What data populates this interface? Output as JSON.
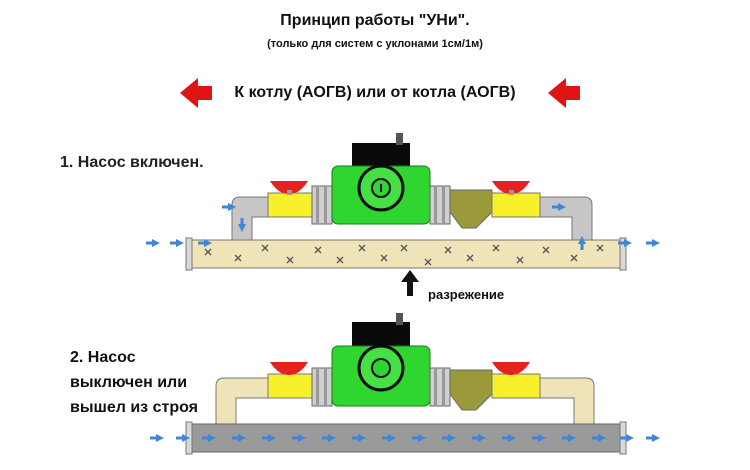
{
  "title": "Принцип работы \"УНи\".",
  "subtitle": "(только для систем с уклонами 1см/1м)",
  "direction_label": "К котлу (АОГВ) или от котла (АОГВ)",
  "state_pump_on": "1. Насос включен.",
  "vacuum_label": "разрежение",
  "state_pump_off": "2. Насос выключен или вышел из строя",
  "colors": {
    "arrow_red": "#e11414",
    "pipe_tan": "#efe4b8",
    "pipe_gray": "#c6c6c6",
    "valve_yellow": "#f7f02a",
    "valve_handle_red": "#e52222",
    "pump_green": "#2fd62f",
    "filter_olive": "#9a9a3a",
    "flow_arrow_blue": "#3f86d6",
    "water_gray": "#9a9a9a"
  }
}
